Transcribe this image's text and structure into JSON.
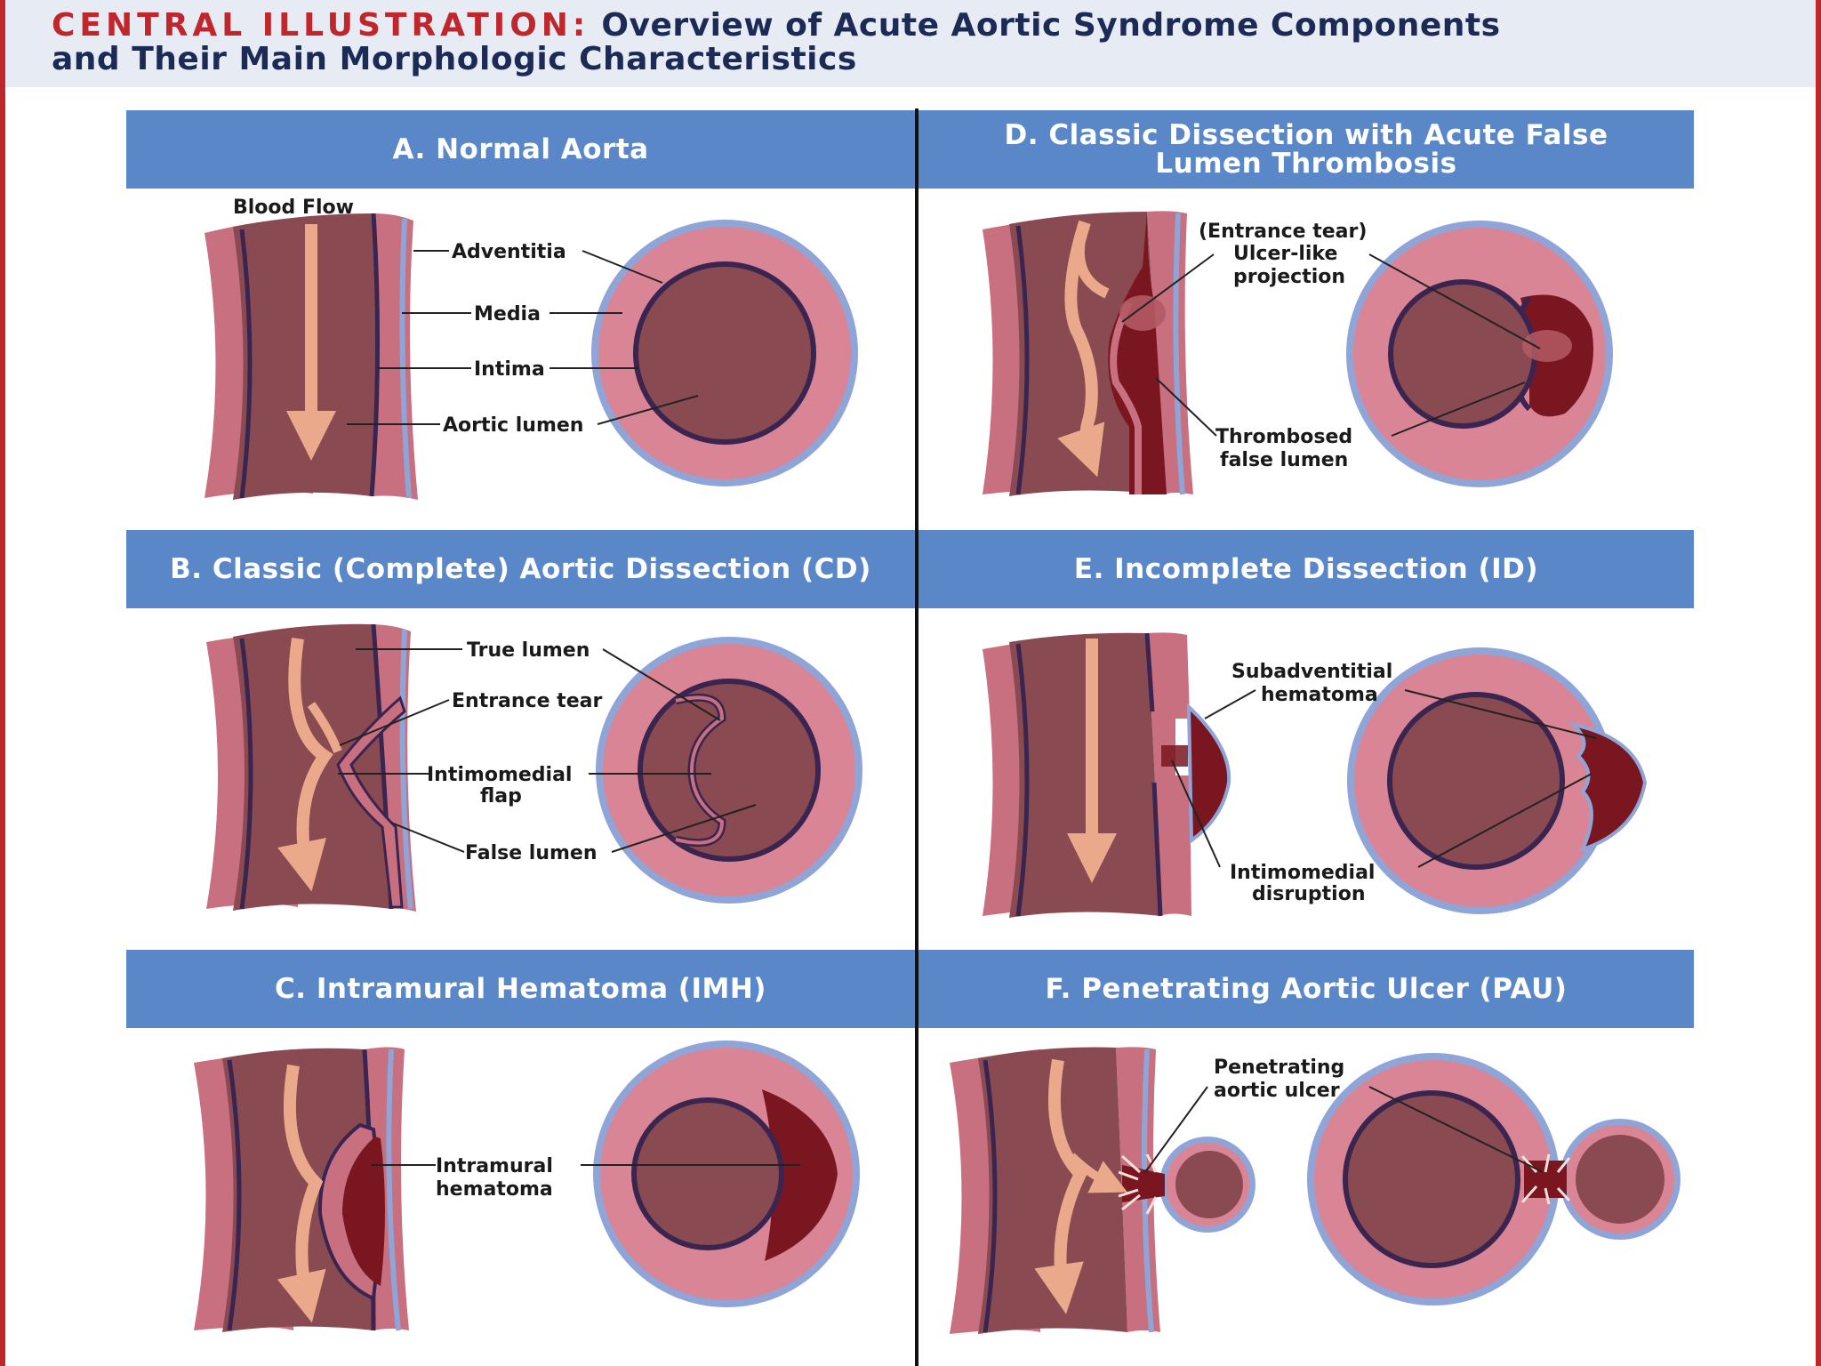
{
  "title": {
    "prefix": "CENTRAL ILLUSTRATION:",
    "line1": "Overview of Acute Aortic Syndrome Components",
    "line2": "and Their Main Morphologic Characteristics"
  },
  "panels": {
    "a": {
      "heading": "A. Normal Aorta",
      "labels": {
        "blood_flow": "Blood Flow",
        "adventitia": "Adventitia",
        "media": "Media",
        "intima": "Intima",
        "aortic_lumen": "Aortic lumen"
      }
    },
    "b": {
      "heading": "B. Classic (Complete) Aortic Dissection (CD)",
      "labels": {
        "true_lumen": "True lumen",
        "entrance_tear": "Entrance tear",
        "intimomedial_1": "Intimomedial",
        "intimomedial_2": "flap",
        "false_lumen": "False lumen"
      }
    },
    "c": {
      "heading": "C. Intramural Hematoma (IMH)",
      "labels": {
        "imh_1": "Intramural",
        "imh_2": "hematoma"
      }
    },
    "d": {
      "heading_1": "D. Classic Dissection with Acute False",
      "heading_2": "Lumen Thrombosis",
      "labels": {
        "entrance": "(Entrance tear)",
        "ulcer_1": "Ulcer-like",
        "ulcer_2": "projection",
        "thromb_1": "Thrombosed",
        "thromb_2": "false lumen"
      }
    },
    "e": {
      "heading": "E. Incomplete Dissection (ID)",
      "labels": {
        "sub_1": "Subadventitial",
        "sub_2": "hematoma",
        "dis_1": "Intimomedial",
        "dis_2": "disruption"
      }
    },
    "f": {
      "heading": "F. Penetrating Aortic Ulcer (PAU)",
      "labels": {
        "pau_1": "Penetrating",
        "pau_2": "aortic ulcer"
      }
    }
  },
  "colors": {
    "accent_red": "#c0272d",
    "title_navy": "#1c2a56",
    "panel_blue": "#5a87c8",
    "wall_pink": "#c8707f",
    "lumen": "#8a4a52",
    "hematoma": "#7a1620",
    "flow": "#eaa98a",
    "adventitia_blue": "#8fa5d8"
  }
}
